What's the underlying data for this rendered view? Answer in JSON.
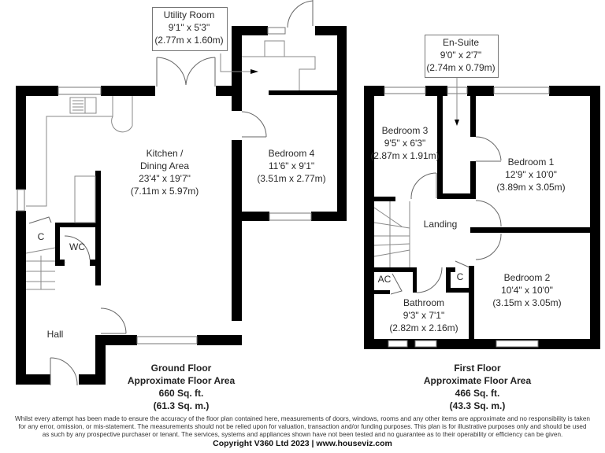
{
  "ground_floor": {
    "rooms": {
      "kitchen": {
        "name_line1": "Kitchen /",
        "name_line2": "Dining Area",
        "imperial": "23'4\" x 19'7\"",
        "metric": "(7.11m x 5.97m)"
      },
      "bedroom4": {
        "name": "Bedroom 4",
        "imperial": "11'6\" x 9'1\"",
        "metric": "(3.51m x 2.77m)"
      },
      "utility": {
        "name": "Utility Room",
        "imperial": "9'1\" x 5'3\"",
        "metric": "(2.77m x 1.60m)"
      },
      "cupboard": {
        "name": "C"
      },
      "wc": {
        "name": "WC"
      },
      "hall": {
        "name": "Hall"
      }
    },
    "summary": {
      "title": "Ground Floor",
      "subtitle": "Approximate Floor Area",
      "sqft": "660 Sq. ft.",
      "sqm": "(61.3 Sq. m.)"
    }
  },
  "first_floor": {
    "rooms": {
      "ensuite": {
        "name": "En-Suite",
        "imperial": "9'0\" x 2'7\"",
        "metric": "(2.74m x 0.79m)"
      },
      "bedroom3": {
        "name": "Bedroom 3",
        "imperial": "9'5\" x 6'3\"",
        "metric": "(2.87m x 1.91m)"
      },
      "bedroom1": {
        "name": "Bedroom 1",
        "imperial": "12'9\" x 10'0\"",
        "metric": "(3.89m x 3.05m)"
      },
      "landing": {
        "name": "Landing"
      },
      "ac": {
        "name": "AC"
      },
      "cupboard": {
        "name": "C"
      },
      "bathroom": {
        "name": "Bathroom",
        "imperial": "9'3\" x 7'1\"",
        "metric": "(2.82m x 2.16m)"
      },
      "bedroom2": {
        "name": "Bedroom 2",
        "imperial": "10'4\" x 10'0\"",
        "metric": "(3.15m x 3.05m)"
      }
    },
    "summary": {
      "title": "First Floor",
      "subtitle": "Approximate Floor Area",
      "sqft": "466 Sq. ft.",
      "sqm": "(43.3 Sq. m.)"
    }
  },
  "footer": {
    "disclaimer_line1": "Whilst every attempt has been made to ensure the accuracy of the floor plan contained here, measurements of doors, windows, rooms and any other items are approximate and no responsibility is taken",
    "disclaimer_line2": "for any error, omission, or mis-statement. The measurements should not be relied upon for valuation, transaction and/or funding purposes. This plan is for illustrative purposes only and should be used",
    "disclaimer_line3": "as such by any prospective purchaser or tenant. The services, systems and appliances shown have not been tested and no guarantee as to their operability or efficiency can be given.",
    "copyright": "Copyright V360 Ltd 2023 | www.houseviz.com"
  },
  "colors": {
    "wall": "#000000",
    "fixture": "#888888",
    "text": "#2a2a2a"
  }
}
